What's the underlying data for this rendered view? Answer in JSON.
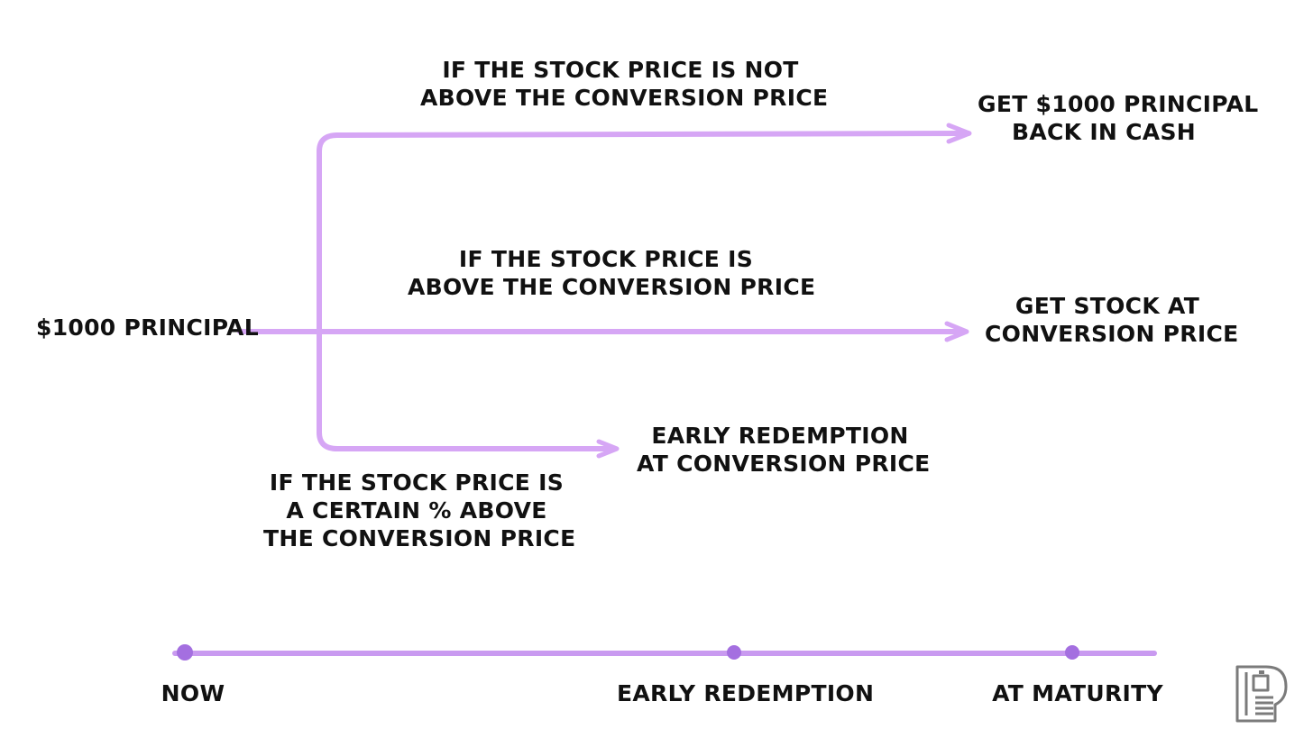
{
  "diagram": {
    "start_label": "$1000 PRINCIPAL",
    "branches": {
      "not_above": {
        "condition": [
          "IF THE STOCK PRICE IS NOT",
          "ABOVE THE CONVERSION PRICE"
        ],
        "outcome": [
          "GET $1000 PRINCIPAL",
          "BACK IN CASH"
        ]
      },
      "above": {
        "condition": [
          "IF THE STOCK PRICE IS",
          "ABOVE THE CONVERSION PRICE"
        ],
        "outcome": [
          "GET STOCK AT",
          "CONVERSION PRICE"
        ]
      },
      "early": {
        "condition": [
          "IF THE STOCK PRICE IS",
          "A CERTAIN % ABOVE",
          "THE CONVERSION PRICE"
        ],
        "outcome": [
          "EARLY REDEMPTION",
          "AT CONVERSION PRICE"
        ]
      }
    }
  },
  "timeline": {
    "points": [
      {
        "label": "NOW"
      },
      {
        "label": "EARLY REDEMPTION"
      },
      {
        "label": "AT MATURITY"
      }
    ]
  },
  "colors": {
    "arrow": "#d6a6f5",
    "timeline": "#c99af0",
    "dot": "#a46fe0",
    "text": "#111111",
    "logo": "#7b7b7b"
  },
  "icons": {
    "logo": "publisher-logo-icon"
  }
}
